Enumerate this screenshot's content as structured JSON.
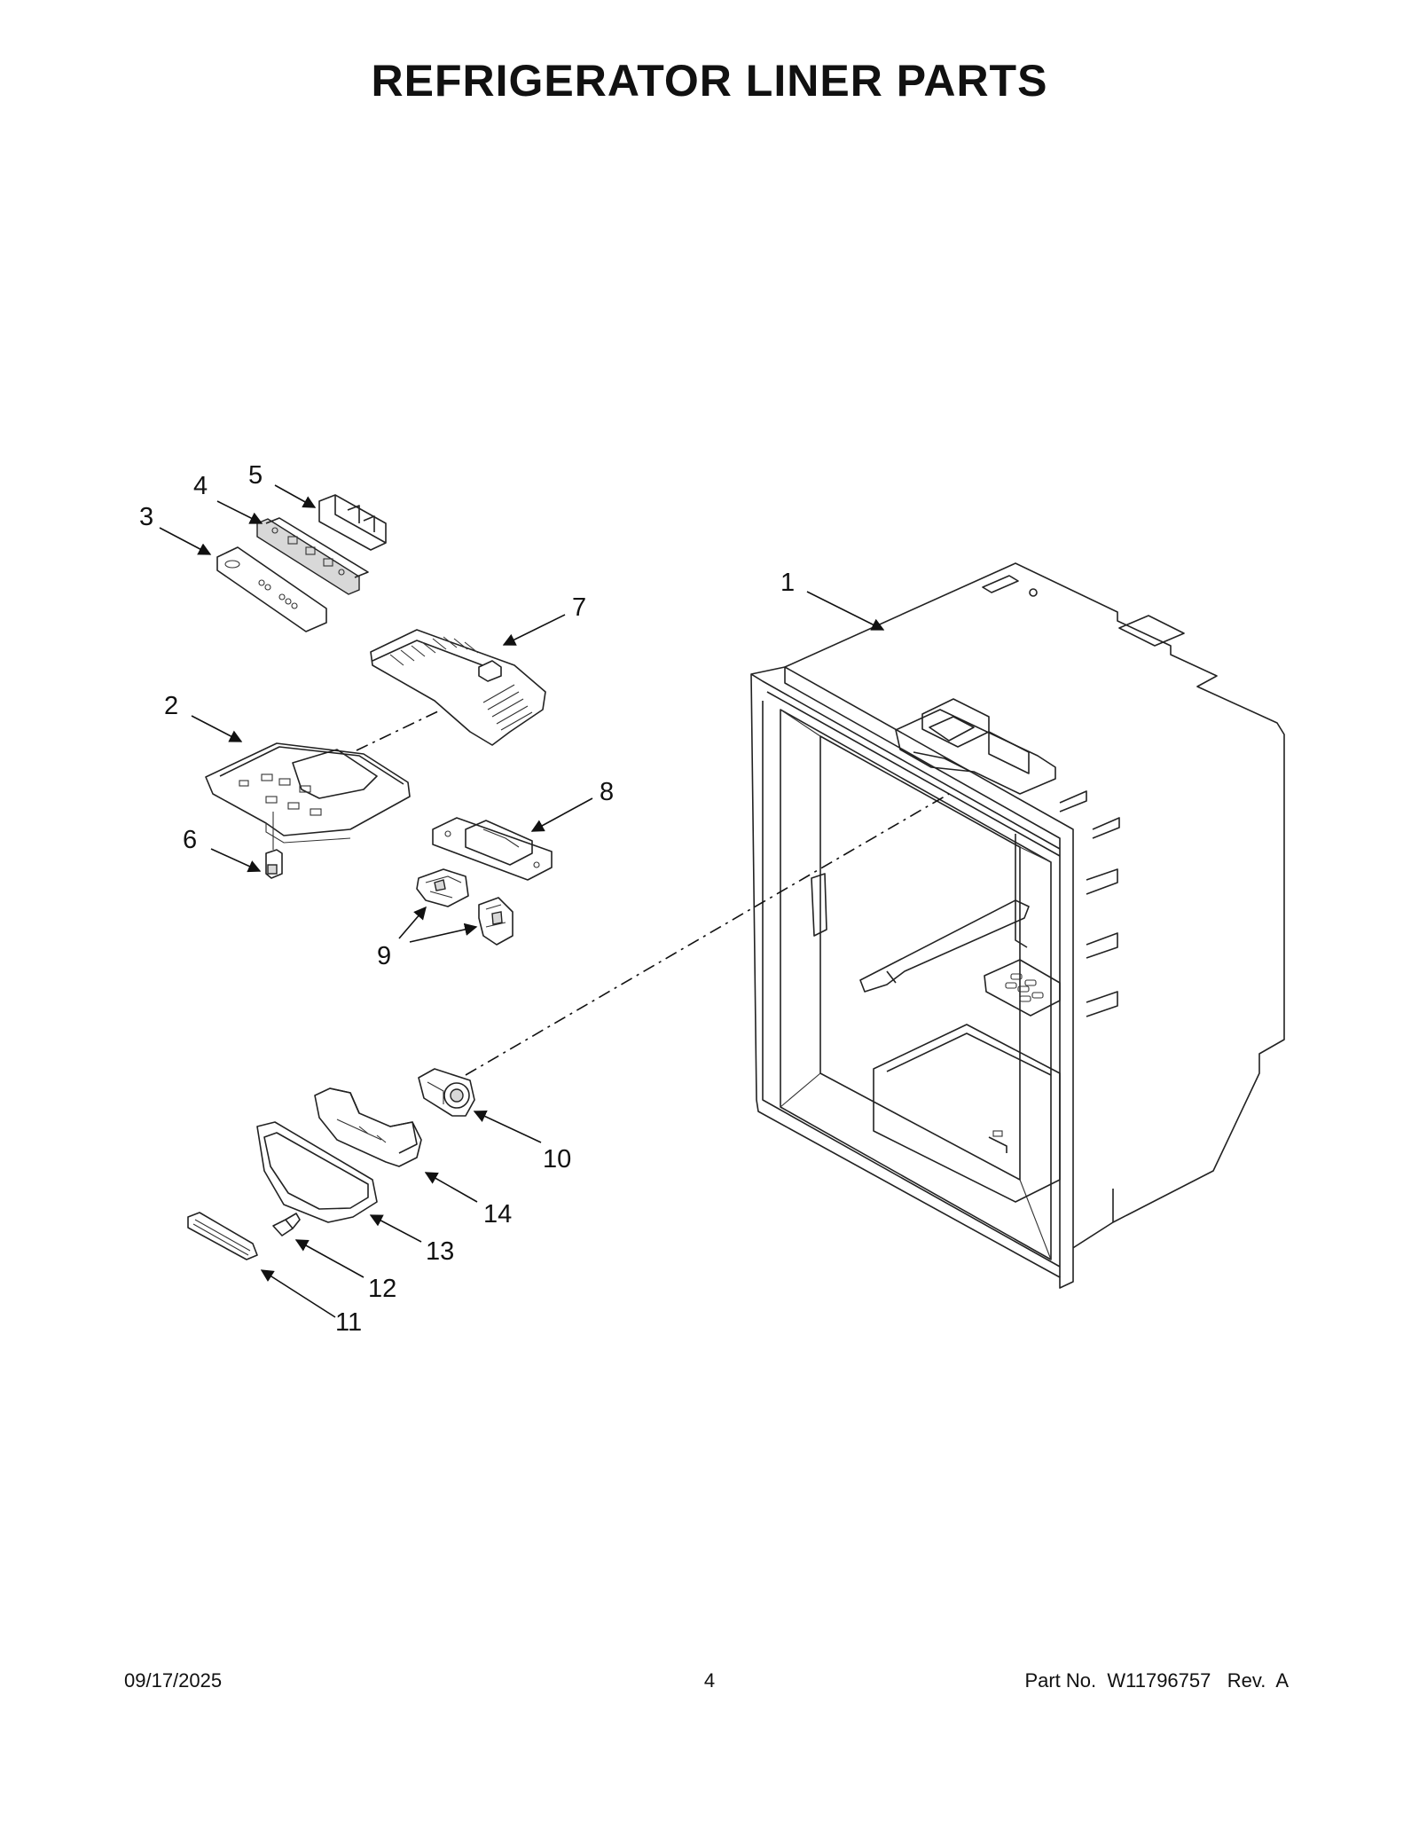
{
  "page": {
    "title": "REFRIGERATOR LINER PARTS",
    "footer": {
      "date": "09/17/2025",
      "page_number": "4",
      "part_no": "Part No.  W11796757   Rev.  A"
    }
  },
  "callouts": {
    "c1": "1",
    "c2": "2",
    "c3": "3",
    "c4": "4",
    "c5": "5",
    "c6": "6",
    "c7": "7",
    "c8": "8",
    "c9": "9",
    "c10": "10",
    "c11": "11",
    "c12": "12",
    "c13": "13",
    "c14": "14"
  }
}
